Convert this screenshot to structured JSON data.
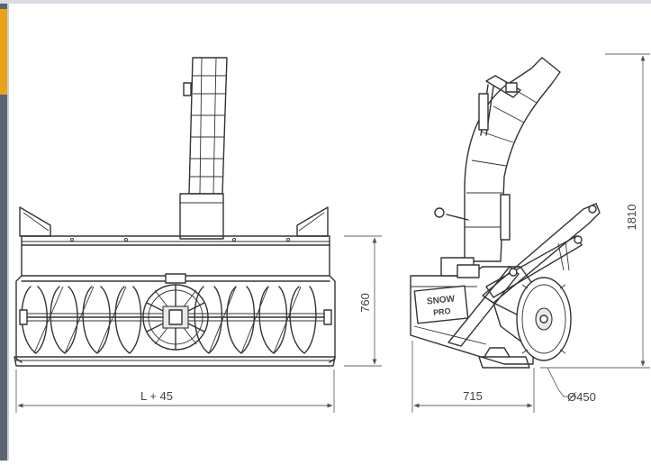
{
  "dimensions": {
    "width_label": "L + 45",
    "height_label": "760",
    "depth_label": "715",
    "total_height_label": "1810",
    "wheel_label": "Ø450"
  },
  "logo": {
    "text_top": "SNOW",
    "text_bottom": "PRO"
  },
  "colors": {
    "left_edge_accent": "#e8a317",
    "left_edge_dark": "#5a6472",
    "background": "#ffffff",
    "line": "#333333"
  }
}
